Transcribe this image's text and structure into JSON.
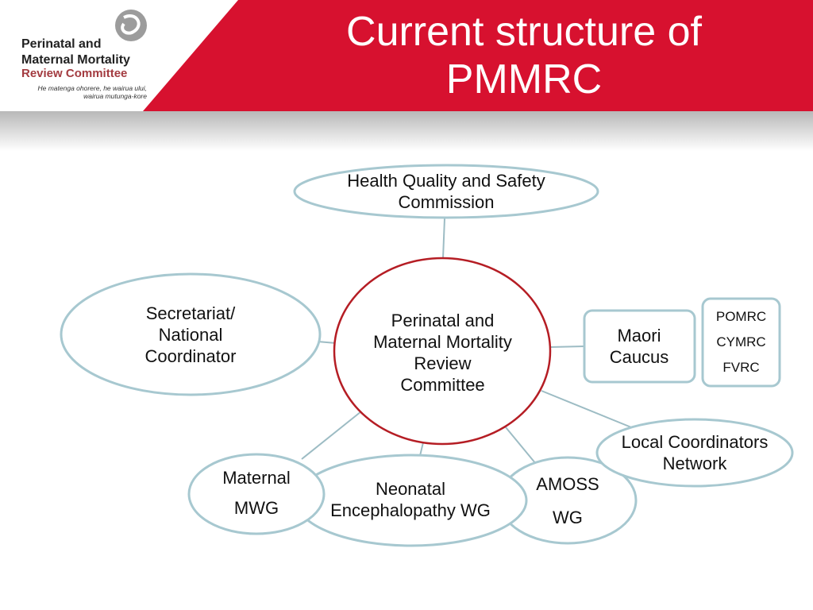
{
  "header": {
    "title": "Current structure of PMMRC",
    "logo": {
      "line1": "Perinatal and",
      "line2": "Maternal Mortality",
      "line3": "Review Committee",
      "tagline_line1": "He matenga ohorere, he wairua ului,",
      "tagline_line2": "wairua mutunga-kore"
    },
    "colors": {
      "band": "#d7112f",
      "logo_mark": "#9c9c9c"
    }
  },
  "diagram": {
    "colors": {
      "node_border": "#a7c8d0",
      "center_border": "#b51d24",
      "connector": "#9dbcc4"
    },
    "nodes": {
      "hqsc": "Health Quality and Safety Commission",
      "center": "Perinatal and Maternal Mortality Review Committee",
      "secretariat": "Secretariat/ National Coordinator",
      "maori": "Maori Caucus",
      "pomrc": [
        "POMRC",
        "CYMRC",
        "FVRC"
      ],
      "local": "Local Coordinators Network",
      "maternal": [
        "Maternal",
        "MWG"
      ],
      "neonatal": "Neonatal Encephalopathy WG",
      "amoss": [
        "AMOSS",
        "WG"
      ]
    }
  }
}
